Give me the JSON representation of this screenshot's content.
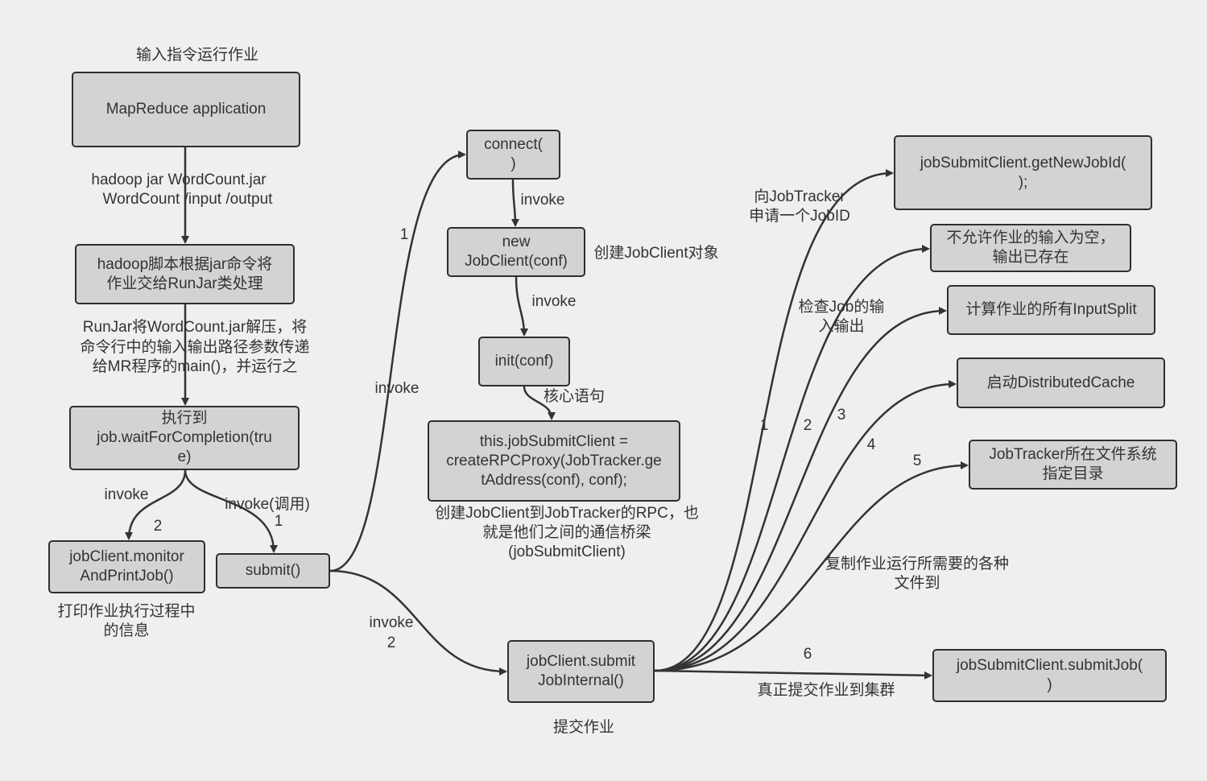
{
  "colors": {
    "background": "#efefef",
    "node_fill": "#d3d3d3",
    "node_border": "#2a2f35",
    "edge": "#333333",
    "text": "#333333"
  },
  "nodes": {
    "app": [
      "MapReduce application"
    ],
    "hadoop_script": [
      "hadoop脚本根据jar命令将",
      "作业交给RunJar类处理"
    ],
    "wait": [
      "执行到",
      "job.waitForCompletion(tru",
      "e)"
    ],
    "monitor": [
      "jobClient.monitor",
      "AndPrintJob()"
    ],
    "submit": [
      "submit()"
    ],
    "connect": [
      "connect(",
      ")"
    ],
    "new_jc": [
      "new",
      "JobClient(conf)"
    ],
    "init": [
      "init(conf)"
    ],
    "rpc": [
      "this.jobSubmitClient =",
      "createRPCProxy(JobTracker.ge",
      "tAddress(conf), conf);"
    ],
    "submit_internal": [
      "jobClient.submit",
      "JobInternal()"
    ],
    "get_job_id": [
      "jobSubmitClient.getNewJobId(",
      ");"
    ],
    "check": [
      "不允许作业的输入为空，",
      "输出已存在"
    ],
    "split": [
      "计算作业的所有InputSplit"
    ],
    "cache": [
      "启动DistributedCache"
    ],
    "dir": [
      "JobTracker所在文件系统",
      "指定目录"
    ],
    "submit_job": [
      "jobSubmitClient.submitJob(",
      ")"
    ]
  },
  "labels": {
    "input_cmd": "输入指令运行作业",
    "hadoop_cmd": [
      "hadoop jar WordCount.jar",
      "WordCount /input /output"
    ],
    "runjar": [
      "RunJar将WordCount.jar解压，将",
      "命令行中的输入输出路径参数传递",
      "给MR程序的main()，并运行之"
    ],
    "invoke_monitor": "invoke",
    "num_monitor": "2",
    "invoke_submit": "invoke(调用)",
    "num_submit": "1",
    "print_info": [
      "打印作业执行过程中",
      "的信息"
    ],
    "num_connect": "1",
    "invoke_connect": "invoke",
    "invoke_internal": "invoke",
    "num_internal": "2",
    "invoke_new": "invoke",
    "create_jc": "创建JobClient对象",
    "invoke_init": "invoke",
    "core": "核心语句",
    "rpc_desc": [
      "创建JobClient到JobTracker的RPC，也",
      "就是他们之间的通信桥梁",
      "(jobSubmitClient)"
    ],
    "submit_desc": "提交作业",
    "apply_id": [
      "向JobTracker",
      "申请一个JobID"
    ],
    "check_io": [
      "检查Job的输",
      "入输出"
    ],
    "n1": "1",
    "n2": "2",
    "n3": "3",
    "n4": "4",
    "n5": "5",
    "n6": "6",
    "copy_files": [
      "复制作业运行所需要的各种",
      "文件到"
    ],
    "real_submit": "真正提交作业到集群"
  }
}
